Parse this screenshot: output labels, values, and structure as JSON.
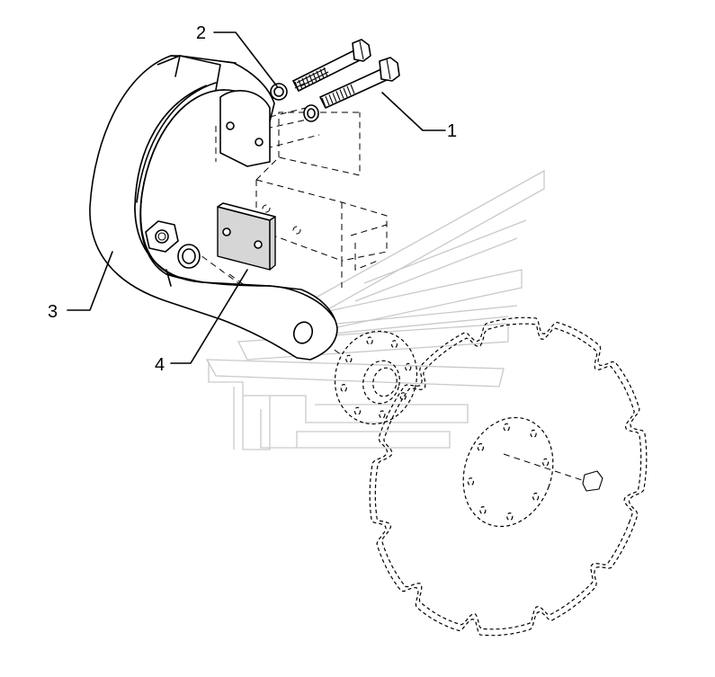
{
  "diagram": {
    "callouts": [
      {
        "id": "1",
        "label": "1"
      },
      {
        "id": "2",
        "label": "2"
      },
      {
        "id": "3",
        "label": "3"
      },
      {
        "id": "4",
        "label": "4"
      }
    ],
    "parts": {
      "bolts": "hex-bolt-icon",
      "washers": "flat-washer-icon",
      "scraper_body": "scraper-body-icon",
      "plate": "plate-icon",
      "disc": "notched-disc-icon",
      "hub": "hub-icon",
      "nut": "hex-nut-icon"
    },
    "watermark": "watermark-logo-icon",
    "colors": {
      "line": "#000000",
      "background": "#ffffff",
      "watermark": "#c9c9c9",
      "shade": "#d6d6d6"
    }
  }
}
